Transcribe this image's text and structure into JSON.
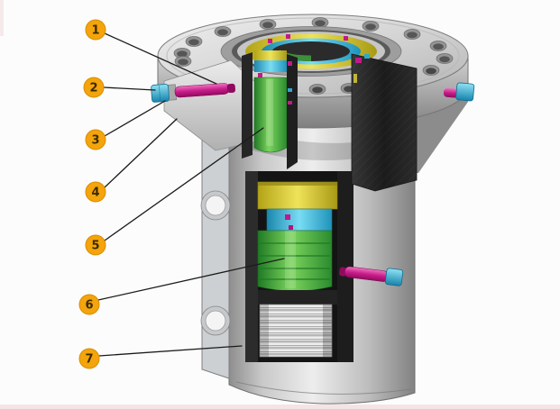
{
  "figure": {
    "background": "#fcfcfc"
  },
  "callouts": {
    "fill": "#F4A40C",
    "text_color": "#3B2B00",
    "items": [
      {
        "label": "1"
      },
      {
        "label": "2"
      },
      {
        "label": "3"
      },
      {
        "label": "4"
      },
      {
        "label": "5"
      },
      {
        "label": "6"
      },
      {
        "label": "7"
      }
    ]
  },
  "palette": {
    "metal_light": "#ECECEC",
    "metal_mid": "#A8A8A8",
    "metal_dark": "#1D1D1D",
    "part_green": "#3FA53C",
    "part_yellow": "#D9CB3A",
    "part_cyan": "#3FB9DF",
    "part_magenta": "#C4188A",
    "leader_line": "#1B1B1B"
  }
}
